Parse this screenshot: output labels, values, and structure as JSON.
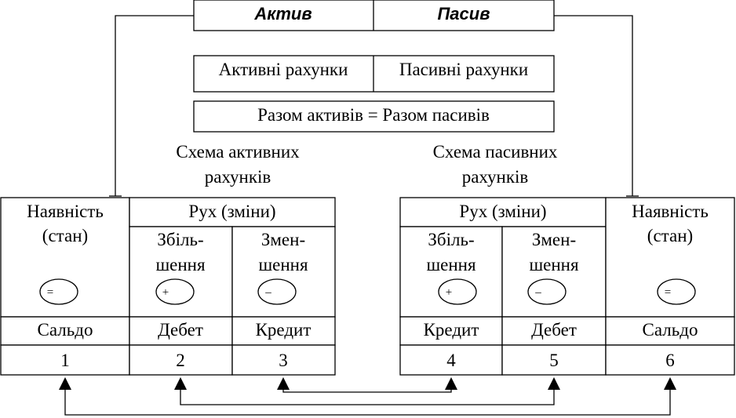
{
  "header": {
    "active_label": "Актив",
    "passive_label": "Пасив"
  },
  "accounts_row": {
    "active_accounts": "Активні рахунки",
    "passive_accounts": "Пасивні рахунки"
  },
  "total_row": {
    "equation": "Разом активів = Разом пасивів"
  },
  "active_scheme": {
    "title_line1": "Схема активних",
    "title_line2": "рахунків",
    "presence_line1": "Наявність",
    "presence_line2": "(стан)",
    "presence_sign": "=",
    "movement": "Рух (зміни)",
    "increase_line1": "Збіль-",
    "increase_line2": "шення",
    "increase_sign": "+",
    "decrease_line1": "Змен-",
    "decrease_line2": "шення",
    "decrease_sign": "–",
    "col_saldo": "Сальдо",
    "col_debit": "Дебет",
    "col_credit": "Кредит",
    "num1": "1",
    "num2": "2",
    "num3": "3"
  },
  "passive_scheme": {
    "title_line1": "Схема пасивних",
    "title_line2": "рахунків",
    "presence_line1": "Наявність",
    "presence_line2": "(стан)",
    "presence_sign": "=",
    "movement": "Рух (зміни)",
    "increase_line1": "Збіль-",
    "increase_line2": "шення",
    "increase_sign": "+",
    "decrease_line1": "Змен-",
    "decrease_line2": "шення",
    "decrease_sign": "–",
    "col_credit": "Кредит",
    "col_debit": "Дебет",
    "col_saldo": "Сальдо",
    "num4": "4",
    "num5": "5",
    "num6": "6"
  }
}
